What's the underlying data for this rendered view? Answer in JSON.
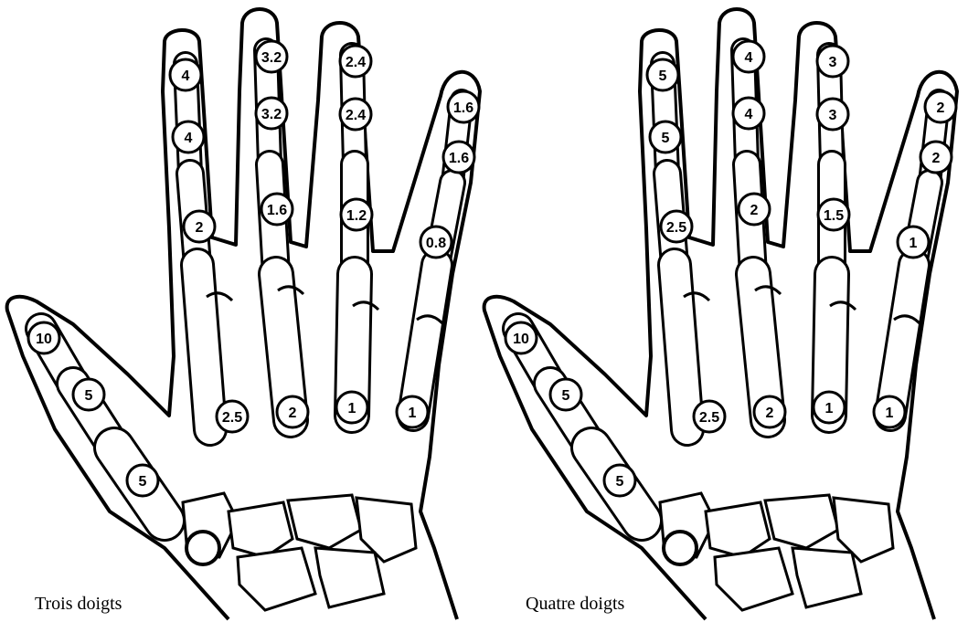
{
  "panels": [
    {
      "caption": "Trois doigts",
      "labels": [
        "4",
        "4",
        "2",
        "3.2",
        "3.2",
        "1.6",
        "2.4",
        "2.4",
        "1.2",
        "1.6",
        "1.6",
        "0.8",
        "10",
        "5",
        "5",
        "2.5",
        "2",
        "1",
        "1"
      ]
    },
    {
      "caption": "Quatre doigts",
      "labels": [
        "5",
        "5",
        "2.5",
        "4",
        "4",
        "2",
        "3",
        "3",
        "1.5",
        "2",
        "2",
        "1",
        "10",
        "5",
        "5",
        "2.5",
        "2",
        "1",
        "1"
      ]
    }
  ]
}
